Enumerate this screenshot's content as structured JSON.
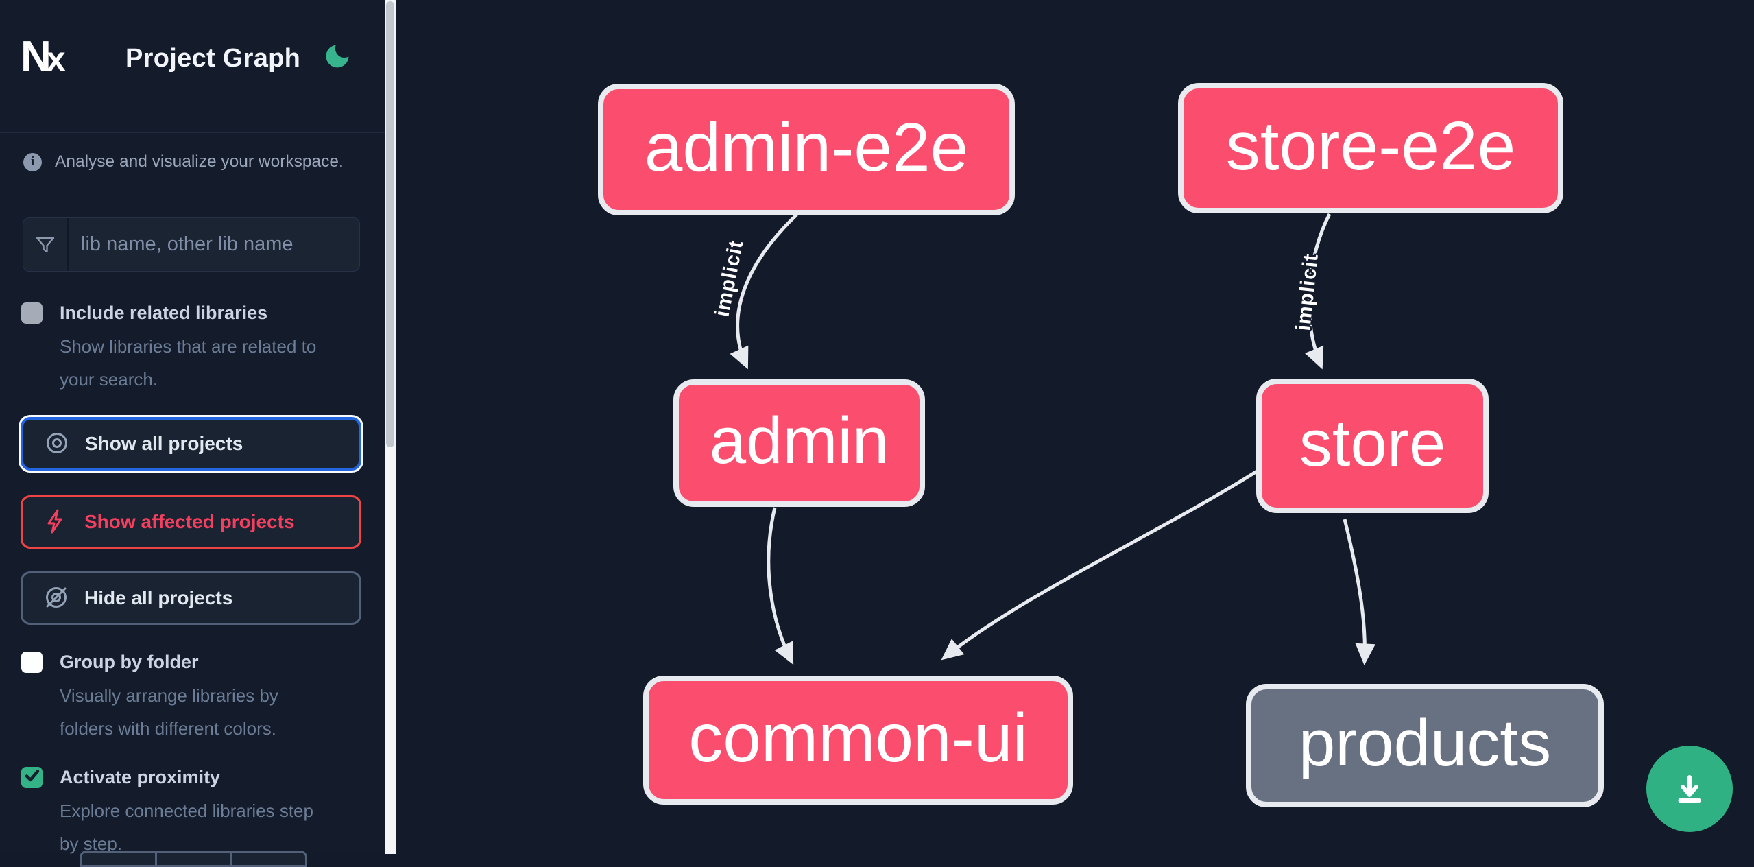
{
  "header": {
    "title": "Project Graph",
    "logo_text_n": "N",
    "logo_text_x": "x",
    "theme_icon": "moon-icon"
  },
  "sidebar": {
    "tagline": "Analyse and visualize your workspace.",
    "search": {
      "placeholder": "lib name, other lib name",
      "icon": "filter-funnel-icon"
    },
    "toggles": [
      {
        "label": "Include related libraries",
        "description": "Show libraries that are related to your search.",
        "checked": false,
        "checkbox_style": "gray"
      },
      {
        "label": "Group by folder",
        "description": "Visually arrange libraries by folders with different colors.",
        "checked": false,
        "checkbox_style": "white"
      },
      {
        "label": "Activate proximity",
        "description": "Explore connected libraries step by step.",
        "checked": true,
        "checkbox_style": "green"
      }
    ],
    "actions": [
      {
        "label": "Show all projects",
        "icon": "eye-icon",
        "state": "focused"
      },
      {
        "label": "Show affected projects",
        "icon": "lightning-bolt-icon",
        "state": "affected"
      },
      {
        "label": "Hide all projects",
        "icon": "eye-off-icon",
        "state": "default"
      }
    ]
  },
  "graph": {
    "nodes": [
      {
        "id": "admin-e2e",
        "label": "admin-e2e",
        "kind": "affected"
      },
      {
        "id": "store-e2e",
        "label": "store-e2e",
        "kind": "affected"
      },
      {
        "id": "admin",
        "label": "admin",
        "kind": "affected"
      },
      {
        "id": "store",
        "label": "store",
        "kind": "affected"
      },
      {
        "id": "common-ui",
        "label": "common-ui",
        "kind": "affected"
      },
      {
        "id": "products",
        "label": "products",
        "kind": "normal"
      }
    ],
    "edges": [
      {
        "from": "admin-e2e",
        "to": "admin",
        "label": "implicit"
      },
      {
        "from": "store-e2e",
        "to": "store",
        "label": "implicit"
      },
      {
        "from": "admin",
        "to": "common-ui",
        "label": ""
      },
      {
        "from": "store",
        "to": "common-ui",
        "label": ""
      },
      {
        "from": "store",
        "to": "products",
        "label": ""
      }
    ]
  },
  "fab": {
    "icon": "download-icon"
  },
  "colors": {
    "background": "#131a29",
    "node_affected": "#fb4d6d",
    "node_normal": "#687181",
    "node_border": "#e7eaee",
    "edge": "#e7eaee",
    "focus_blue": "#2466e0",
    "alert_red": "#ef4444",
    "accent_green": "#34b486",
    "moon_green": "#37b48e"
  }
}
